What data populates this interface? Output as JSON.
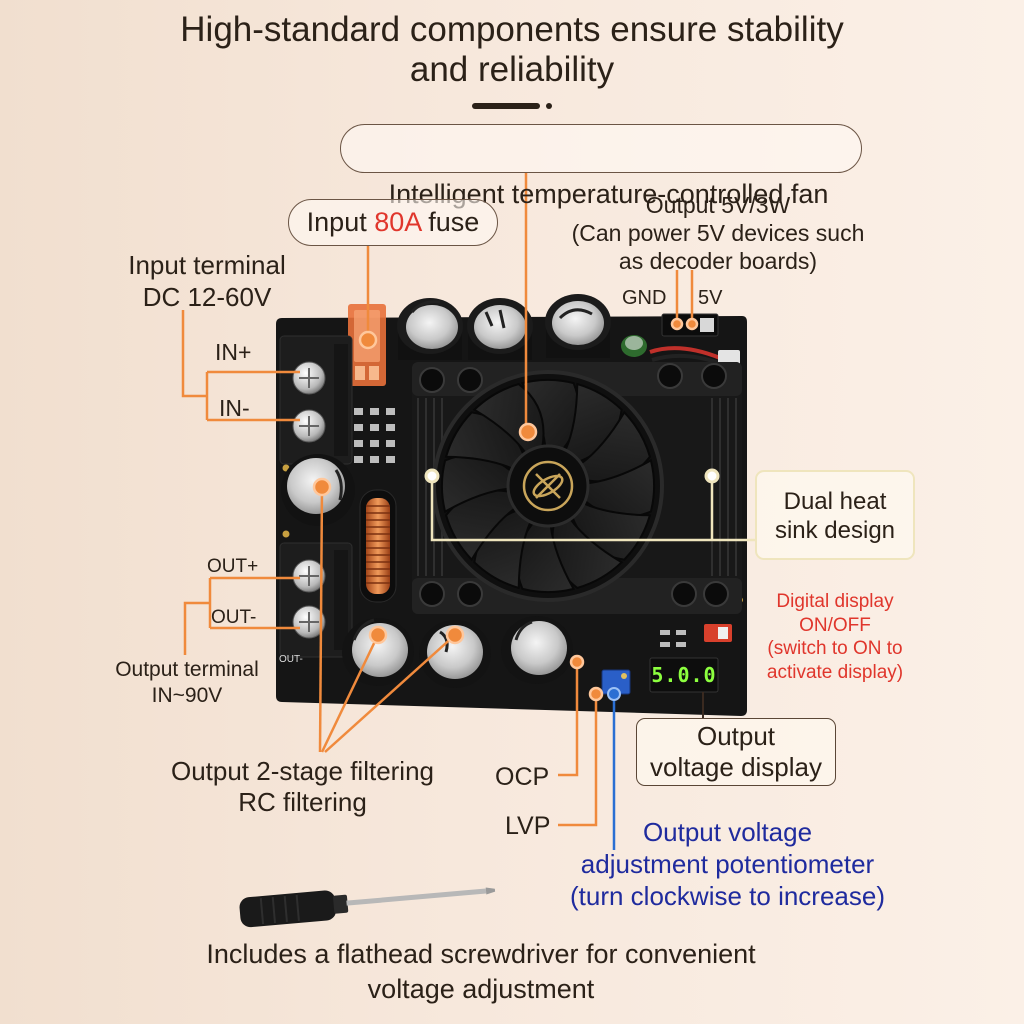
{
  "title": {
    "line1": "High-standard components ensure stability",
    "line2": "and reliability"
  },
  "callouts": {
    "fan": "Intelligent temperature-controlled fan",
    "fuse": {
      "prefix": "Input ",
      "rating": "80A",
      "suffix": " fuse"
    },
    "output_5v": {
      "line1": "Output 5V/3W",
      "line2": "(Can power 5V devices such",
      "line3": "as decoder boards)",
      "gnd": "GND",
      "v5": "5V"
    },
    "input_terminal": {
      "line1": "Input terminal",
      "line2": "DC 12-60V",
      "in_plus": "IN+",
      "in_minus": "IN-"
    },
    "output_terminal": {
      "out_plus": "OUT+",
      "out_minus": "OUT-",
      "line1": "Output terminal",
      "line2": "IN~90V"
    },
    "heat_sink": {
      "line1": "Dual heat",
      "line2": "sink design"
    },
    "display_switch": {
      "line1": "Digital display",
      "line2": "ON/OFF",
      "line3": "(switch to ON to",
      "line4": "activate display)"
    },
    "voltage_display": {
      "line1": "Output",
      "line2": "voltage display"
    },
    "filtering": {
      "line1": "Output 2-stage filtering",
      "line2": "RC filtering"
    },
    "ocp": "OCP",
    "lvp": "LVP",
    "potentiometer": {
      "line1": "Output voltage",
      "line2": "adjustment potentiometer",
      "line3": "(turn clockwise to increase)"
    }
  },
  "board": {
    "display_reading": "5.0.0",
    "silkscreen_out": "OUT-"
  },
  "footer": {
    "line1": "Includes a flathead screwdriver for convenient",
    "line2": "voltage adjustment"
  },
  "colors": {
    "accent_orange": "#f08a3c",
    "highlight_red": "#e0362c",
    "potentiometer_blue": "#1f2b9e",
    "display_green": "#8cff3f"
  }
}
